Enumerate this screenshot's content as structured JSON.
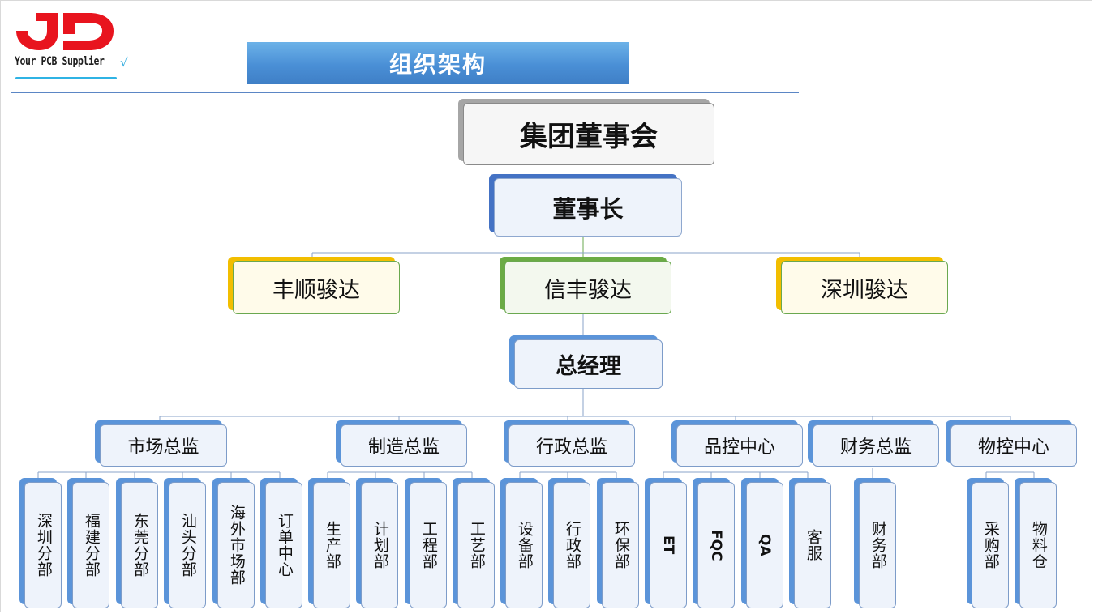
{
  "logo": {
    "tagline": "Your PCB Supplier"
  },
  "title": "组织架构",
  "board": "集团董事会",
  "chairman": "董事长",
  "companies": [
    "丰顺骏达",
    "信丰骏达",
    "深圳骏达"
  ],
  "general_manager": "总经理",
  "directors": [
    {
      "label": "市场总监",
      "depts": [
        "深圳分部",
        "福建分部",
        "东莞分部",
        "汕头分部",
        "海外市场部",
        "订单中心"
      ]
    },
    {
      "label": "制造总监",
      "depts": [
        "生产部",
        "计划部",
        "工程部",
        "工艺部"
      ]
    },
    {
      "label": "行政总监",
      "depts": [
        "设备部",
        "行政部",
        "环保部"
      ]
    },
    {
      "label": "品控中心",
      "depts": [
        "ET",
        "FQC",
        "QA",
        "客服"
      ]
    },
    {
      "label": "财务总监",
      "depts": [
        "财务部"
      ]
    },
    {
      "label": "物控中心",
      "depts": [
        "采购部",
        "物料仓"
      ]
    }
  ],
  "colors": {
    "logo_red": "#e8141e",
    "banner_blue": "#4a8fd6",
    "box_blue": "#5b94d9",
    "gold": "#f2be00",
    "green": "#6bab45"
  }
}
